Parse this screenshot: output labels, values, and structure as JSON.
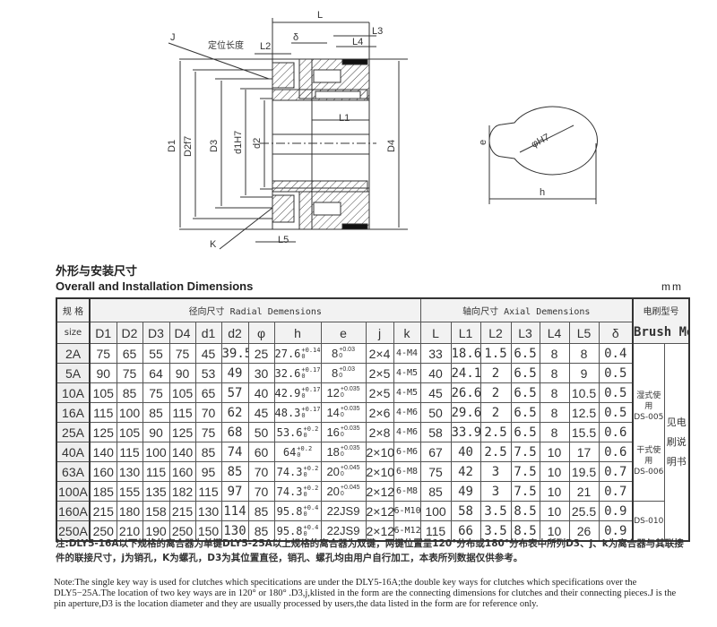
{
  "drawing": {
    "labels": {
      "L": "L",
      "L1": "L1",
      "L2": "L2",
      "L3": "L3",
      "L4": "L4",
      "L5": "L5",
      "delta": "δ",
      "J": "J",
      "K": "K",
      "locating_length": "定位长度",
      "D1": "D1",
      "D2f7": "D2f7",
      "D3": "D3",
      "d1H7": "d1H7",
      "d2": "d2",
      "D4": "D4",
      "e": "e",
      "phiH7": "φH7",
      "h": "h"
    }
  },
  "title_cn": "外形与安装尺寸",
  "title_en": "Overall and Installation Dimensions",
  "unit": "mm",
  "table": {
    "size_label_cn": "规 格",
    "size_label_en": "size",
    "radial_header": "径向尺寸  Radial Demensions",
    "axial_header": "轴向尺寸  Axial Demensions",
    "brush_header_cn": "电刷型号",
    "brush_header_en": "Brush Model",
    "columns": [
      "D1",
      "D2",
      "D3",
      "D4",
      "d1",
      "d2",
      "φ",
      "h",
      "e",
      "j",
      "k",
      "L",
      "L1",
      "L2",
      "L3",
      "L4",
      "L5",
      "δ"
    ],
    "rows": [
      {
        "size": "2A",
        "D1": "75",
        "D2": "65",
        "D3": "55",
        "D4": "75",
        "d1": "45",
        "d2": "39.5",
        "phi": "25",
        "h": "27.6",
        "h_tol": "+0.14",
        "e": "8",
        "e_tol": "+0.03",
        "j": "2×4",
        "k": "4-M4",
        "L": "33",
        "L1": "18.6",
        "L2": "1.5",
        "L3": "6.5",
        "L4": "8",
        "L5": "8",
        "delta": "0.4"
      },
      {
        "size": "5A",
        "D1": "90",
        "D2": "75",
        "D3": "64",
        "D4": "90",
        "d1": "53",
        "d2": "49",
        "phi": "30",
        "h": "32.6",
        "h_tol": "+0.17",
        "e": "8",
        "e_tol": "+0.03",
        "j": "2×5",
        "k": "4-M5",
        "L": "40",
        "L1": "24.1",
        "L2": "2",
        "L3": "6.5",
        "L4": "8",
        "L5": "9",
        "delta": "0.5"
      },
      {
        "size": "10A",
        "D1": "105",
        "D2": "85",
        "D3": "75",
        "D4": "105",
        "d1": "65",
        "d2": "57",
        "phi": "40",
        "h": "42.9",
        "h_tol": "+0.17",
        "e": "12",
        "e_tol": "+0.035",
        "j": "2×5",
        "k": "4-M5",
        "L": "45",
        "L1": "26.6",
        "L2": "2",
        "L3": "6.5",
        "L4": "8",
        "L5": "10.5",
        "delta": "0.5"
      },
      {
        "size": "16A",
        "D1": "115",
        "D2": "100",
        "D3": "85",
        "D4": "115",
        "d1": "70",
        "d2": "62",
        "phi": "45",
        "h": "48.3",
        "h_tol": "+0.17",
        "e": "14",
        "e_tol": "+0.035",
        "j": "2×6",
        "k": "4-M6",
        "L": "50",
        "L1": "29.6",
        "L2": "2",
        "L3": "6.5",
        "L4": "8",
        "L5": "12.5",
        "delta": "0.5"
      },
      {
        "size": "25A",
        "D1": "125",
        "D2": "105",
        "D3": "90",
        "D4": "125",
        "d1": "75",
        "d2": "68",
        "phi": "50",
        "h": "53.6",
        "h_tol": "+0.2",
        "e": "16",
        "e_tol": "+0.035",
        "j": "2×8",
        "k": "4-M6",
        "L": "58",
        "L1": "33.9",
        "L2": "2.5",
        "L3": "6.5",
        "L4": "8",
        "L5": "15.5",
        "delta": "0.6"
      },
      {
        "size": "40A",
        "D1": "140",
        "D2": "115",
        "D3": "100",
        "D4": "140",
        "d1": "85",
        "d2": "74",
        "phi": "60",
        "h": "64",
        "h_tol": "+0.2",
        "e": "18",
        "e_tol": "+0.035",
        "j": "2×10",
        "k": "6-M6",
        "L": "67",
        "L1": "40",
        "L2": "2.5",
        "L3": "7.5",
        "L4": "10",
        "L5": "17",
        "delta": "0.6"
      },
      {
        "size": "63A",
        "D1": "160",
        "D2": "130",
        "D3": "115",
        "D4": "160",
        "d1": "95",
        "d2": "85",
        "phi": "70",
        "h": "74.3",
        "h_tol": "+0.2",
        "e": "20",
        "e_tol": "+0.045",
        "j": "2×10",
        "k": "6-M8",
        "L": "75",
        "L1": "42",
        "L2": "3",
        "L3": "7.5",
        "L4": "10",
        "L5": "19.5",
        "delta": "0.7"
      },
      {
        "size": "100A",
        "D1": "185",
        "D2": "155",
        "D3": "135",
        "D4": "182",
        "d1": "115",
        "d2": "97",
        "phi": "70",
        "h": "74.3",
        "h_tol": "+0.2",
        "e": "20",
        "e_tol": "+0.045",
        "j": "2×12",
        "k": "6-M8",
        "L": "85",
        "L1": "49",
        "L2": "3",
        "L3": "7.5",
        "L4": "10",
        "L5": "21",
        "delta": "0.7"
      },
      {
        "size": "160A",
        "D1": "215",
        "D2": "180",
        "D3": "158",
        "D4": "215",
        "d1": "130",
        "d2": "114",
        "phi": "85",
        "h": "95.8",
        "h_tol": "+0.4",
        "e": "22JS9",
        "e_tol": "",
        "j": "2×12",
        "k": "6-M10",
        "L": "100",
        "L1": "58",
        "L2": "3.5",
        "L3": "8.5",
        "L4": "10",
        "L5": "25.5",
        "delta": "0.9"
      },
      {
        "size": "250A",
        "D1": "250",
        "D2": "210",
        "D3": "190",
        "D4": "250",
        "d1": "150",
        "d2": "130",
        "phi": "85",
        "h": "95.8",
        "h_tol": "+0.4",
        "e": "22JS9",
        "e_tol": "",
        "j": "2×12",
        "k": "6-M12",
        "L": "115",
        "L1": "66",
        "L2": "3.5",
        "L3": "8.5",
        "L4": "10",
        "L5": "26",
        "delta": "0.9"
      }
    ],
    "tol_lower": "0",
    "brush": {
      "wet_cn": "湿式使用",
      "wet_model": "DS-005",
      "dry_cn": "干式使用",
      "dry_model": "DS-006",
      "large_model": "DS-010",
      "see_manual": "见电刷说明书"
    }
  },
  "note_cn": "注:DLY5-16A以下规格的离合器为单键DLY5-25A以上规格的离合器为双键，两键位置呈120°分布或180°分布表中所列D3、j、k为离合器与其联接件的联接尺寸，j为销孔，K为螺孔，D3为其位置直径，销孔、螺孔均由用户自行加工，本表所列数据仅供参考。",
  "note_en": "Note:The single key way is used for clutches which specitications are under the DLY5-16A;the double key ways for clutches which specifications over the DLY5−25A.The location of two key ways are in 120° or 180° .D3,j,klisted in the form are the connecting dimensions for clutches and their connecting  pieces.J is the pin aperture,D3 is the location diameter and they are usually processed by users,the data listed in the form are for reference only."
}
